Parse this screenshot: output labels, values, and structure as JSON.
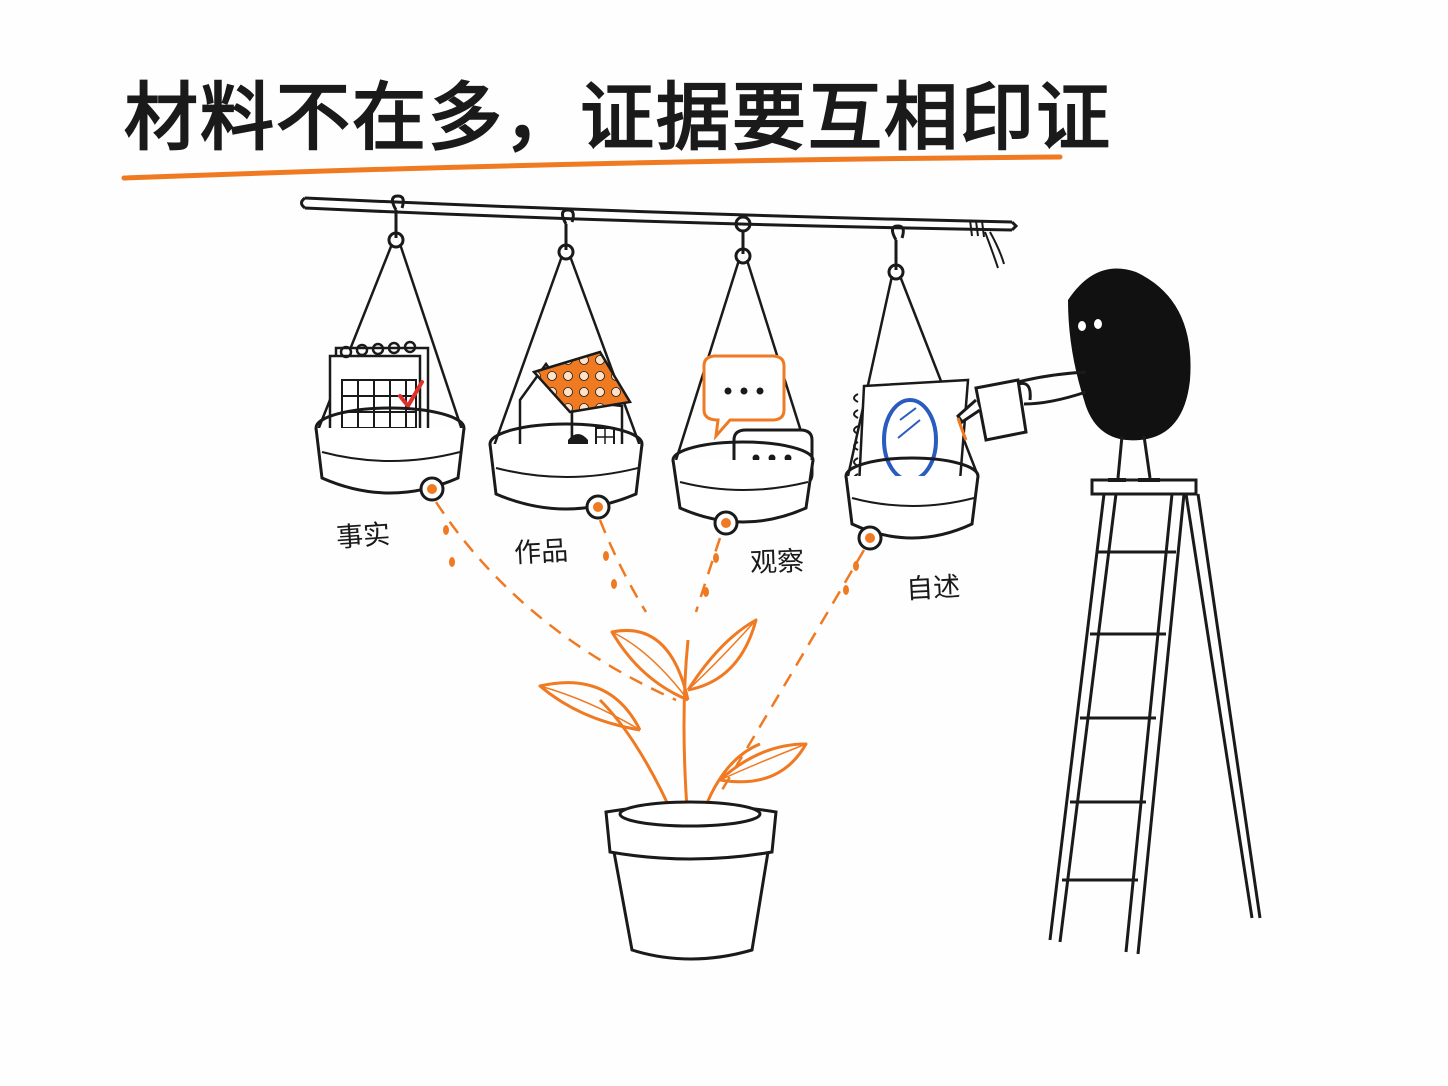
{
  "title": "材料不在多，证据要互相印证",
  "baskets": [
    {
      "label": "事实",
      "icon": "calendar-icon"
    },
    {
      "label": "作品",
      "icon": "house-icon"
    },
    {
      "label": "观察",
      "icon": "speech-bubbles-icon"
    },
    {
      "label": "自述",
      "icon": "notebook-mirror-icon"
    }
  ],
  "colors": {
    "accent": "#f07a22",
    "ink": "#1a1a1a",
    "check": "#e0302a",
    "mirror": "#2a5bbf"
  }
}
